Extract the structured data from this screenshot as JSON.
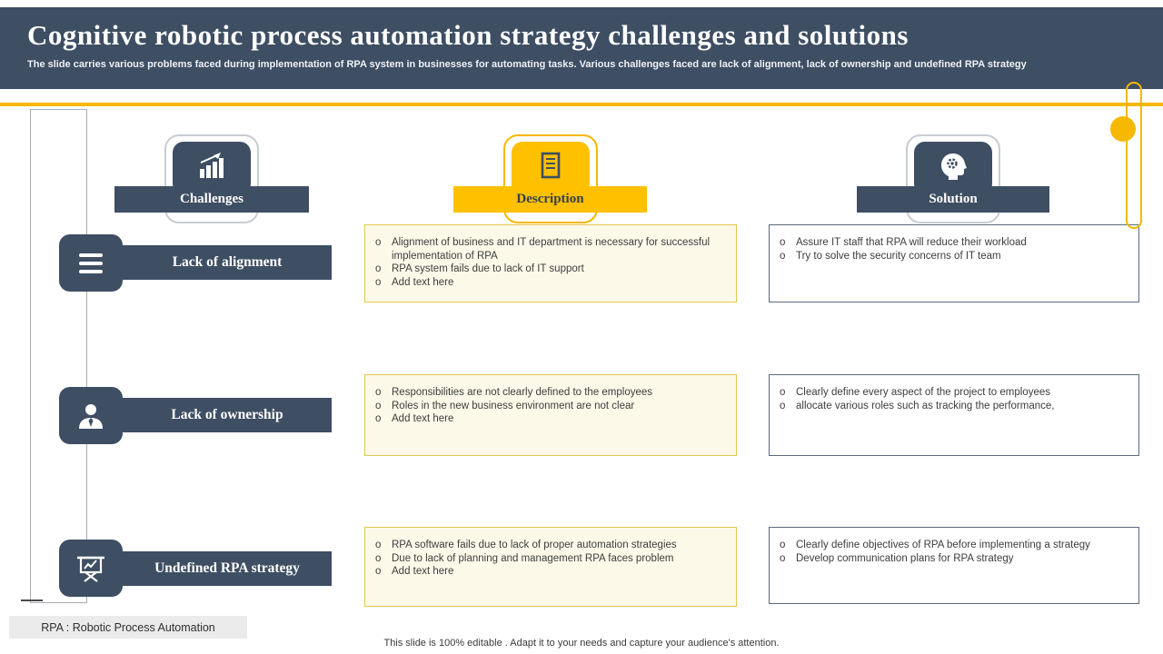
{
  "colors": {
    "dark": "#3e4e63",
    "yellow": "#f6b800",
    "yellow_bright": "#ffc000",
    "cream": "#fdf9e9"
  },
  "header": {
    "title": "Cognitive robotic process automation strategy challenges and solutions",
    "subtitle": "The slide carries various problems faced during implementation of RPA system in businesses for automating tasks. Various challenges faced are lack of alignment, lack of ownership and undefined RPA strategy"
  },
  "bullet_marker": "o",
  "columns": [
    {
      "label": "Challenges",
      "icon": "bar-chart-icon"
    },
    {
      "label": "Description",
      "icon": "document-icon"
    },
    {
      "label": "Solution",
      "icon": "head-gear-icon"
    }
  ],
  "rows": [
    {
      "label": "Lack of alignment",
      "icon": "list-icon",
      "description": [
        "Alignment of business and IT department is necessary for successful implementation of RPA",
        "RPA system fails due to lack of IT support",
        "Add text here"
      ],
      "solution": [
        "Assure IT staff that RPA will reduce their workload",
        "Try to solve the security concerns of IT team"
      ]
    },
    {
      "label": "Lack of ownership",
      "icon": "person-icon",
      "description": [
        "Responsibilities are not clearly defined to the employees",
        "Roles in the new business environment are not clear",
        "Add text here"
      ],
      "solution": [
        "Clearly define every aspect of the project to employees",
        "allocate various roles such as tracking the performance,"
      ]
    },
    {
      "label": "Undefined RPA strategy",
      "icon": "presentation-board-icon",
      "description": [
        "RPA software fails due to lack of proper automation strategies",
        "Due to lack of planning and management RPA faces problem",
        "Add text here"
      ],
      "solution": [
        "Clearly define objectives of RPA before implementing a strategy",
        "Develop communication plans for RPA strategy"
      ]
    }
  ],
  "footer": {
    "abbreviation": "RPA : Robotic Process Automation",
    "note": "This slide is 100% editable . Adapt it to your needs and capture your audience's attention."
  }
}
